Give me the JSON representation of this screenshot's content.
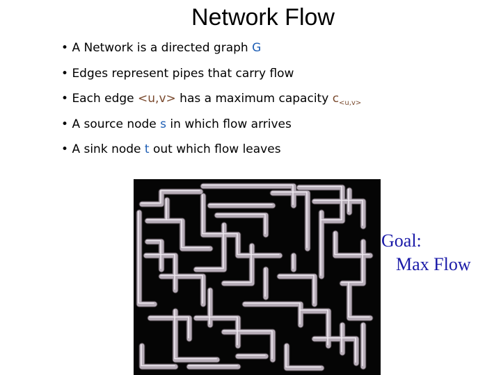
{
  "slide": {
    "title": "Network Flow",
    "bullets": [
      {
        "text": "A Network is a directed graph ",
        "highlight": "G"
      },
      {
        "text": "Edges represent pipes that carry flow"
      },
      {
        "text": "Each edge ",
        "edge": "<u,v>",
        "mid": " has a maximum capacity ",
        "cap": "c",
        "cap_sub": "<u,v>"
      },
      {
        "text": "A source node ",
        "highlight": "s",
        "after": " in which flow arrives"
      },
      {
        "text": "A sink node ",
        "highlight": "t",
        "after": " out which flow leaves"
      }
    ],
    "bullet_char": "•",
    "goal_line1": "Goal:",
    "goal_line2": "Max Flow"
  },
  "figure": {
    "name": "pipe-maze-picture",
    "pipe_color": "#b7adb8",
    "background": "#050505"
  },
  "colors": {
    "highlight_blue": "#1f5fb5",
    "edge_brown": "#7a4a2e",
    "goal_blue": "#1a1aa8"
  }
}
